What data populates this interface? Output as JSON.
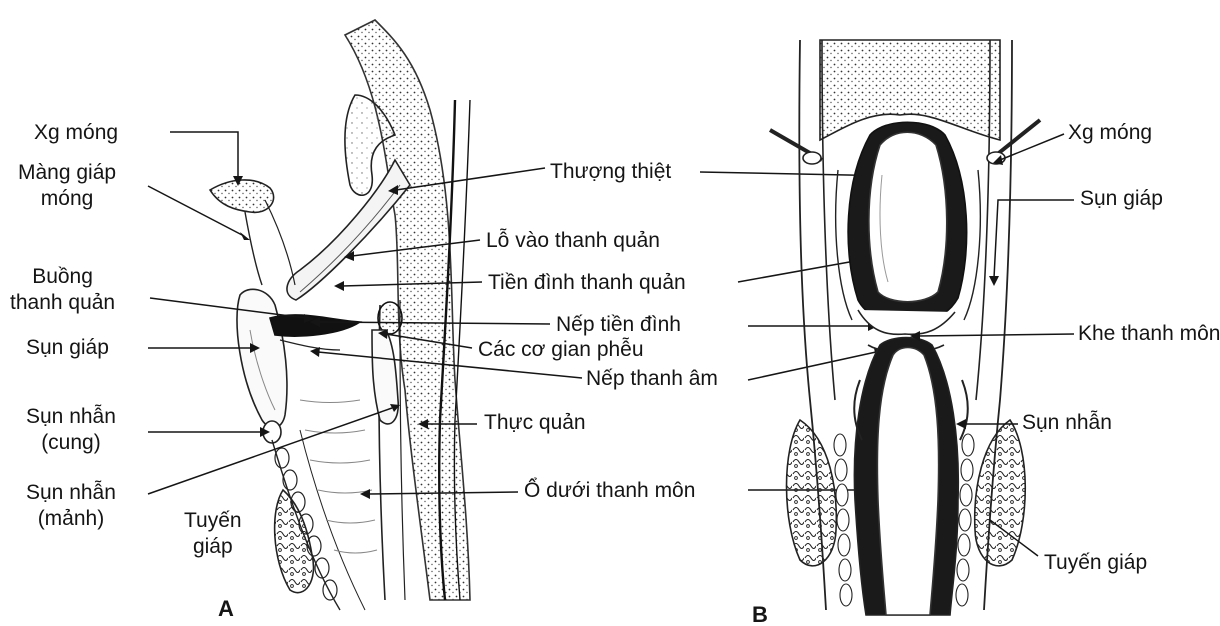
{
  "colors": {
    "ink": "#151515",
    "background": "#ffffff"
  },
  "panel_a": {
    "letter": "A",
    "labels": {
      "xg_mong": "Xg móng",
      "mang_giap_mong_1": "Màng giáp",
      "mang_giap_mong_2": "móng",
      "buong_thanh_quan_1": "Buồng",
      "buong_thanh_quan_2": "thanh quản",
      "sun_giap": "Sụn giáp",
      "sun_nhan_cung_1": "Sụn nhẫn",
      "sun_nhan_cung_2": "(cung)",
      "sun_nhan_manh_1": "Sụn nhẫn",
      "sun_nhan_manh_2": "(mảnh)",
      "tuyen_giap_1": "Tuyến",
      "tuyen_giap_2": "giáp"
    }
  },
  "center_labels": {
    "thuong_thiet": "Thượng thiệt",
    "lo_vao": "Lỗ vào thanh quản",
    "tien_dinh": "Tiền đình thanh quản",
    "nep_tien_dinh": "Nếp  tiền đình",
    "cac_co": "Các cơ gian phễu",
    "nep_thanh_am": "Nếp thanh âm",
    "thuc_quan": "Thực quản",
    "o_duoi": "Ổ dưới thanh môn"
  },
  "panel_b": {
    "letter": "B",
    "labels": {
      "xg_mong": "Xg móng",
      "sun_giap": "Sụn giáp",
      "khe_thanh_mon": "Khe thanh môn",
      "sun_nhan": "Sụn nhẫn",
      "tuyen_giap": "Tuyến giáp"
    }
  }
}
